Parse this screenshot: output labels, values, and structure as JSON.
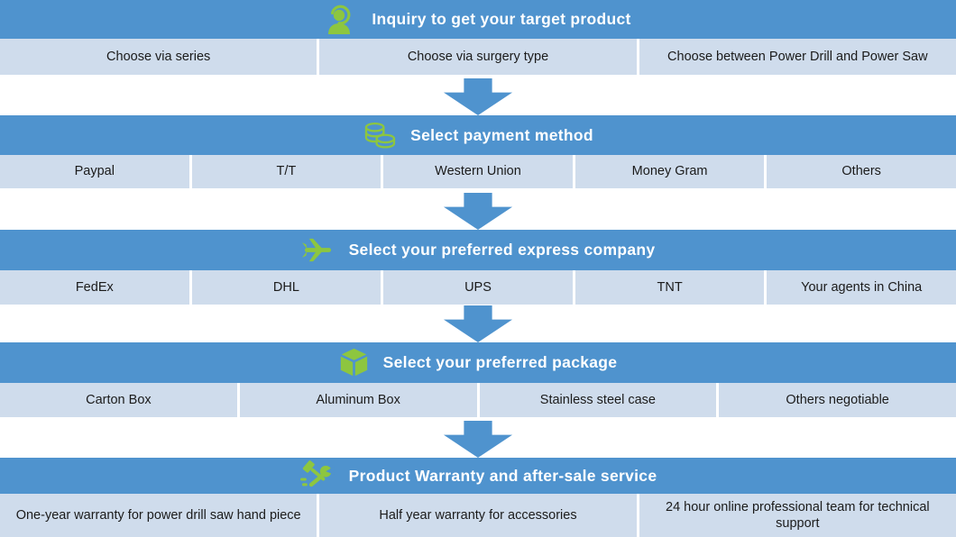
{
  "colors": {
    "header_blue": "#4f93ce",
    "row_light_blue": "#cfdcec",
    "arrow_blue": "#4f93ce",
    "icon_green": "#8dc63f",
    "header_text": "#ffffff",
    "cell_text": "#1b1b1b"
  },
  "sections": [
    {
      "icon": "support-agent-icon",
      "title": "Inquiry to get your target product",
      "cells": [
        "Choose via series",
        "Choose via surgery type",
        "Choose between Power Drill and Power Saw"
      ]
    },
    {
      "icon": "coins-icon",
      "title": "Select payment method",
      "cells": [
        "Paypal",
        "T/T",
        "Western Union",
        "Money Gram",
        "Others"
      ]
    },
    {
      "icon": "airplane-icon",
      "title": "Select your preferred express company",
      "cells": [
        "FedEx",
        "DHL",
        "UPS",
        "TNT",
        "Your agents in China"
      ]
    },
    {
      "icon": "package-box-icon",
      "title": "Select your preferred package",
      "cells": [
        "Carton Box",
        "Aluminum Box",
        "Stainless steel case",
        "Others negotiable"
      ]
    },
    {
      "icon": "tools-icon",
      "title": "Product Warranty and after-sale service",
      "cells": [
        "One-year warranty for power drill saw hand piece",
        "Half year warranty for accessories",
        "24 hour online professional team for technical support"
      ]
    }
  ],
  "flow": {
    "arrow": "down-arrow-icon"
  }
}
